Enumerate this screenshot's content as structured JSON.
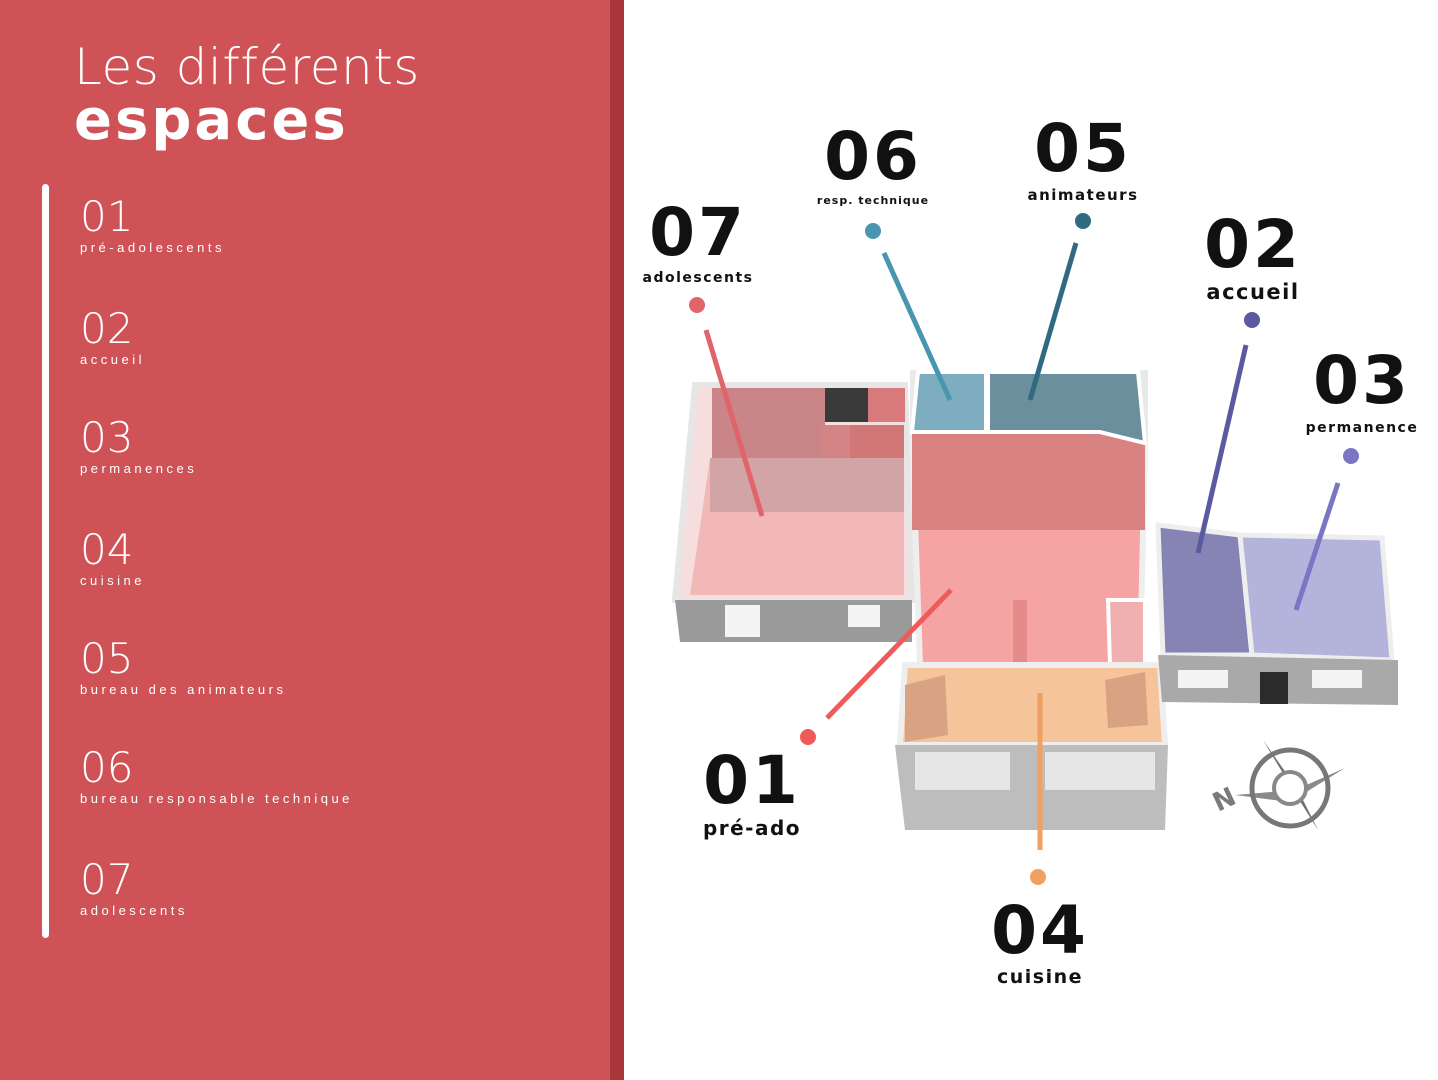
{
  "title": {
    "line1": "Les différents",
    "line2": "espaces"
  },
  "legend": [
    {
      "num": "01",
      "label": "pré-adolescents"
    },
    {
      "num": "02",
      "label": "accueil"
    },
    {
      "num": "03",
      "label": "permanences"
    },
    {
      "num": "04",
      "label": "cuisine"
    },
    {
      "num": "05",
      "label": "bureau des animateurs"
    },
    {
      "num": "06",
      "label": "bureau responsable technique"
    },
    {
      "num": "07",
      "label": "adolescents"
    }
  ],
  "callouts": {
    "c01": {
      "num": "01",
      "label": "pré-ado",
      "color": "#ef5b5b"
    },
    "c02": {
      "num": "02",
      "label": "accueil",
      "color": "#5b5aa0"
    },
    "c03": {
      "num": "03",
      "label": "permanence",
      "color": "#7a76c4"
    },
    "c04": {
      "num": "04",
      "label": "cuisine",
      "color": "#f0a060"
    },
    "c05": {
      "num": "05",
      "label": "animateurs",
      "color": "#2f6a80"
    },
    "c06": {
      "num": "06",
      "label": "resp. technique",
      "color": "#4a96b0"
    },
    "c07": {
      "num": "07",
      "label": "adolescents",
      "color": "#e06469"
    }
  },
  "colors": {
    "sidebar": "#cf5356",
    "sidebar_edge": "#a9373a",
    "text_light": "#ffffff",
    "text_dark": "#111111"
  },
  "compass": {
    "icon": "compass-icon",
    "letter": "N"
  }
}
